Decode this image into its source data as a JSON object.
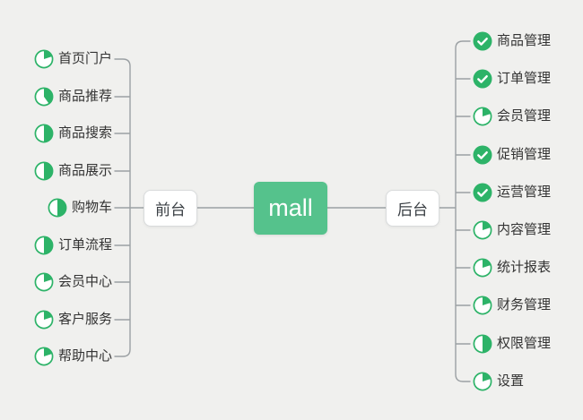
{
  "app": {
    "background": "#f0f0ee"
  },
  "colors": {
    "center_node_green": "#55c28c",
    "icon_green": "#2db368",
    "connector_gray": "#9ba0a3",
    "node_border": "#d9dbdc",
    "node_background": "#ffffff",
    "text": "#333333"
  },
  "center": {
    "label": "mall"
  },
  "branches": {
    "left": {
      "label": "前台",
      "items": [
        {
          "label": "首页门户",
          "icon": "pie-progress-icon",
          "fraction": 0.2
        },
        {
          "label": "商品推荐",
          "icon": "pie-progress-icon",
          "fraction": 0.4
        },
        {
          "label": "商品搜索",
          "icon": "pie-progress-icon",
          "fraction": 0.5
        },
        {
          "label": "商品展示",
          "icon": "pie-progress-icon",
          "fraction": 0.5
        },
        {
          "label": "购物车",
          "icon": "pie-progress-icon",
          "fraction": 0.5
        },
        {
          "label": "订单流程",
          "icon": "pie-progress-icon",
          "fraction": 0.5
        },
        {
          "label": "会员中心",
          "icon": "pie-progress-icon",
          "fraction": 0.2
        },
        {
          "label": "客户服务",
          "icon": "pie-progress-icon",
          "fraction": 0.2
        },
        {
          "label": "帮助中心",
          "icon": "pie-progress-icon",
          "fraction": 0.2
        }
      ]
    },
    "right": {
      "label": "后台",
      "items": [
        {
          "label": "商品管理",
          "icon": "check-complete-icon"
        },
        {
          "label": "订单管理",
          "icon": "check-complete-icon"
        },
        {
          "label": "会员管理",
          "icon": "pie-progress-icon",
          "fraction": 0.2
        },
        {
          "label": "促销管理",
          "icon": "check-complete-icon"
        },
        {
          "label": "运营管理",
          "icon": "check-complete-icon"
        },
        {
          "label": "内容管理",
          "icon": "pie-progress-icon",
          "fraction": 0.2
        },
        {
          "label": "统计报表",
          "icon": "pie-progress-icon",
          "fraction": 0.2
        },
        {
          "label": "财务管理",
          "icon": "pie-progress-icon",
          "fraction": 0.2
        },
        {
          "label": "权限管理",
          "icon": "pie-progress-icon",
          "fraction": 0.5
        },
        {
          "label": "设置",
          "icon": "pie-progress-icon",
          "fraction": 0.2
        }
      ]
    }
  }
}
